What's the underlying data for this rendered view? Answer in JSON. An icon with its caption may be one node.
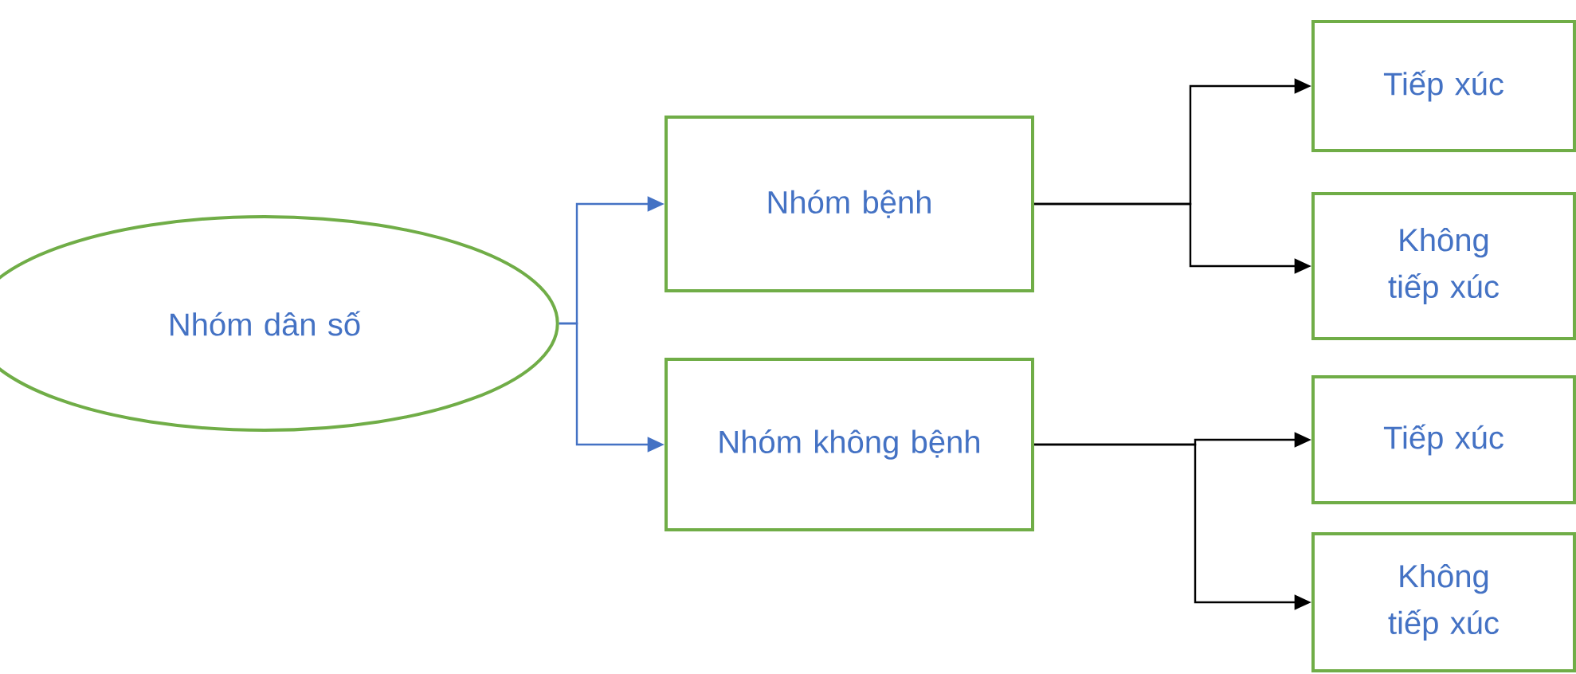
{
  "diagram": {
    "nodes": [
      {
        "text": [
          "Nhóm dân số"
        ]
      },
      {
        "text": [
          "Nhóm bệnh"
        ]
      },
      {
        "text": [
          "Nhóm không bệnh"
        ]
      },
      {
        "text": [
          "Tiếp xúc"
        ]
      },
      {
        "text": [
          "Không tiếp xúc"
        ]
      },
      {
        "text": [
          "Tiếp xúc"
        ]
      },
      {
        "text": [
          "Không tiếp xúc"
        ]
      }
    ],
    "edges": [
      {
        "from": 0,
        "to": 1,
        "arrow": "to",
        "color": "#4472c4"
      },
      {
        "from": 0,
        "to": 2,
        "arrow": "to",
        "color": "#4472c4"
      },
      {
        "from": 1,
        "to": 3,
        "arrow": "to"
      },
      {
        "from": 1,
        "to": 4,
        "arrow": "to"
      },
      {
        "from": 2,
        "to": 5,
        "arrow": "to"
      },
      {
        "from": 2,
        "to": 6,
        "arrow": "to"
      }
    ]
  }
}
